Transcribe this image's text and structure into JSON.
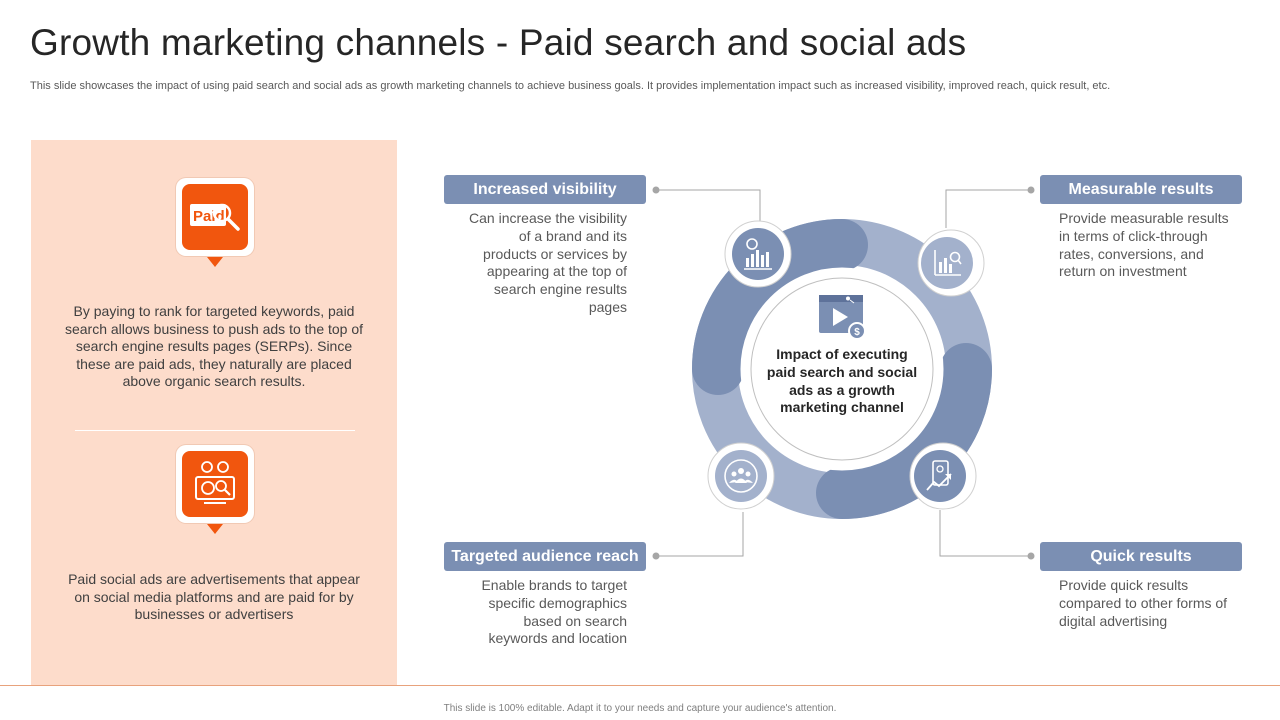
{
  "header": {
    "title": "Growth marketing channels - Paid search and social ads",
    "subtitle": "This slide showcases the impact of using paid search and social ads as growth marketing channels to achieve business goals. It provides implementation impact such as increased visibility, improved reach, quick result, etc."
  },
  "left_panel": {
    "paid_search": {
      "icon": "paid-search-icon",
      "icon_text": "Paid",
      "text": "By paying to rank for targeted keywords, paid search allows business to push ads to the top of search engine results pages (SERPs). Since these are paid ads, they naturally are placed above organic search results."
    },
    "social_ads": {
      "icon": "social-ads-icon",
      "text": "Paid social ads are advertisements that appear on social media platforms and are paid for by businesses or advertisers"
    }
  },
  "diagram": {
    "center": "Impact of executing paid search and social ads as a growth marketing channel",
    "items": [
      {
        "label": "Increased visibility",
        "text": "Can increase the visibility of a brand and its products or services by appearing at the top of search engine results pages",
        "icon": "bar-chart-icon"
      },
      {
        "label": "Measurable results",
        "text": "Provide measurable results in terms of click-through rates, conversions, and return on investment",
        "icon": "analytics-icon"
      },
      {
        "label": "Targeted audience reach",
        "text": "Enable brands to target specific demographics based on search keywords and location",
        "icon": "audience-icon"
      },
      {
        "label": "Quick results",
        "text": "Provide quick results compared to other forms of digital advertising",
        "icon": "mobile-growth-icon"
      }
    ]
  },
  "colors": {
    "accent": "#f1560e",
    "panel": "#fddccb",
    "ring_dark": "#7b8fb3",
    "ring_light": "#a3b1cc"
  },
  "footer": {
    "note": "This slide is 100% editable. Adapt it to your needs and capture your audience's attention."
  }
}
